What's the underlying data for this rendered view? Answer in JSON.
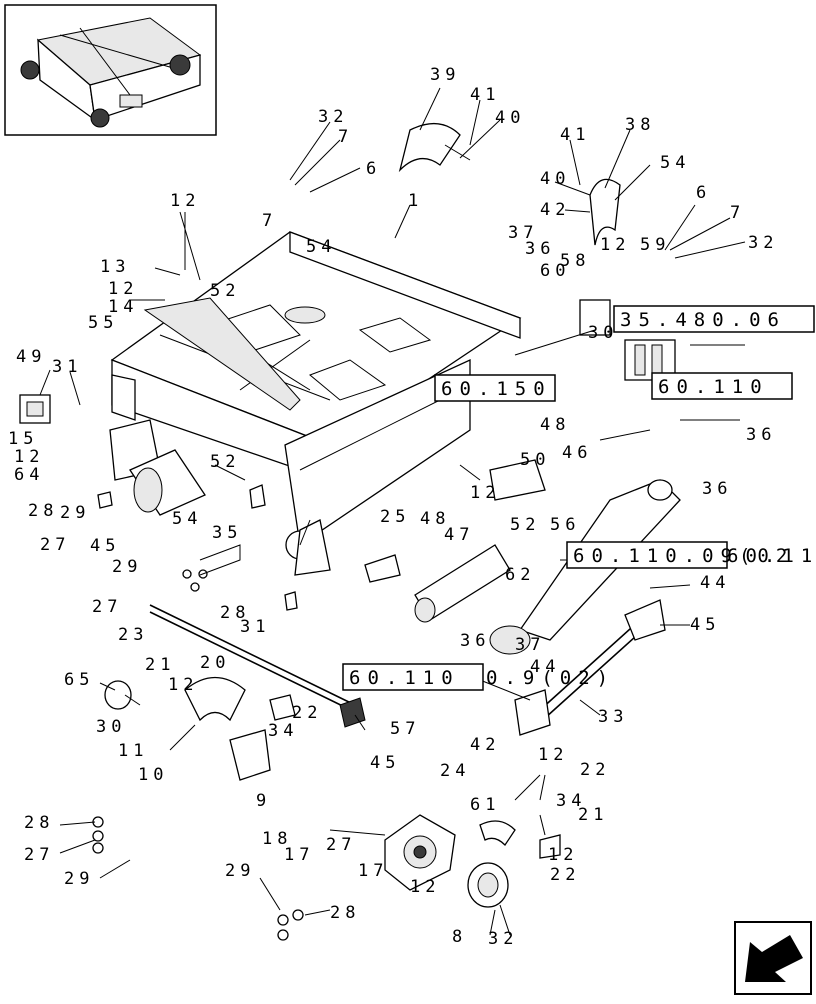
{
  "callouts": [
    "39",
    "41",
    "40",
    "32",
    "7",
    "6",
    "1",
    "41",
    "38",
    "54",
    "40",
    "42",
    "6",
    "7",
    "32",
    "12",
    "7",
    "54",
    "37",
    "36",
    "58",
    "12",
    "59",
    "13",
    "52",
    "12",
    "14",
    "55",
    "60",
    "30",
    "35.480.06",
    "49",
    "31",
    "60.150",
    "60.110",
    "15",
    "12",
    "64",
    "52",
    "48",
    "50",
    "46",
    "36",
    "36",
    "28",
    "29",
    "27",
    "45",
    "54",
    "35",
    "12",
    "25",
    "48",
    "47",
    "52",
    "56",
    "60.110.09(02",
    "29",
    "27",
    "28",
    "23",
    "62",
    "44",
    "31",
    "36",
    "37",
    "65",
    "21",
    "20",
    "12",
    "30",
    "11",
    "10",
    "60.110",
    "0.9(02)",
    "33",
    "45",
    "44",
    "22",
    "34",
    "57",
    "45",
    "42",
    "12",
    "22",
    "24",
    "61",
    "34",
    "21",
    "28",
    "27",
    "29",
    "18",
    "17",
    "27",
    "17",
    "29",
    "28",
    "12",
    "22",
    "8",
    "32",
    "12",
    "9"
  ],
  "reference_boxes": [
    "35.480.06",
    "60.150",
    "60.110",
    "60.110.09(02",
    "60.110"
  ],
  "icons": {
    "thumbnail": "overview-thumbnail",
    "nav": "previous-page-arrow-icon"
  }
}
